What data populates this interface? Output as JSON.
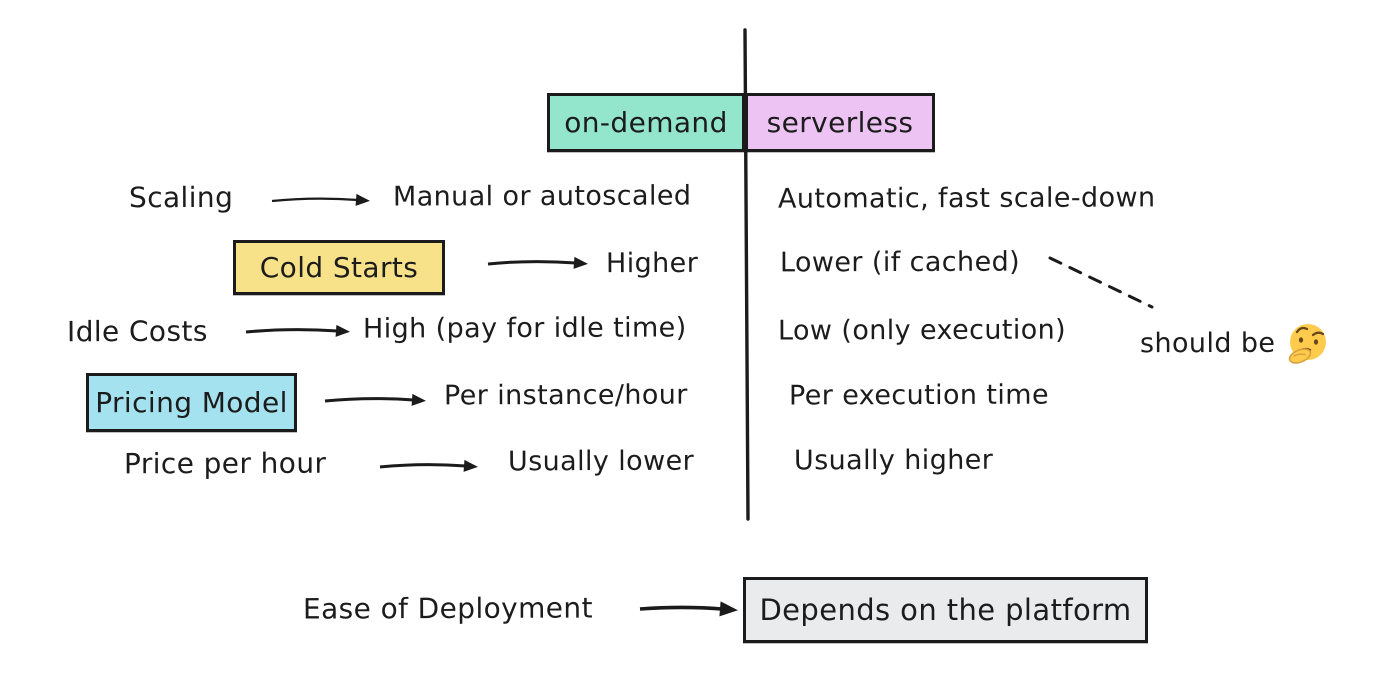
{
  "header": {
    "on_demand": "on-demand",
    "serverless": "serverless"
  },
  "rows": [
    {
      "attribute": "Scaling",
      "boxed": false,
      "on_demand": "Manual or autoscaled",
      "serverless": "Automatic, fast scale-down"
    },
    {
      "attribute": "Cold Starts",
      "boxed": true,
      "on_demand": "Higher",
      "serverless": "Lower (if cached)"
    },
    {
      "attribute": "Idle Costs",
      "boxed": false,
      "on_demand": "High (pay for idle time)",
      "serverless": "Low (only execution)"
    },
    {
      "attribute": "Pricing Model",
      "boxed": true,
      "on_demand": "Per instance/hour",
      "serverless": "Per execution time"
    },
    {
      "attribute": "Price per hour",
      "boxed": false,
      "on_demand": "Usually lower",
      "serverless": "Usually higher"
    }
  ],
  "annotation": {
    "text": "should be",
    "emoji": "🤔"
  },
  "footer": {
    "attribute": "Ease of Deployment",
    "value": "Depends on the platform"
  },
  "colors": {
    "on_demand_header_bg": "#93e6cb",
    "serverless_header_bg": "#ecc3f2",
    "cold_starts_bg": "#f8e289",
    "pricing_model_bg": "#a5e2f0",
    "footer_box_bg": "#e9ebed",
    "ink": "#1b1b1b",
    "background": "#ffffff"
  }
}
